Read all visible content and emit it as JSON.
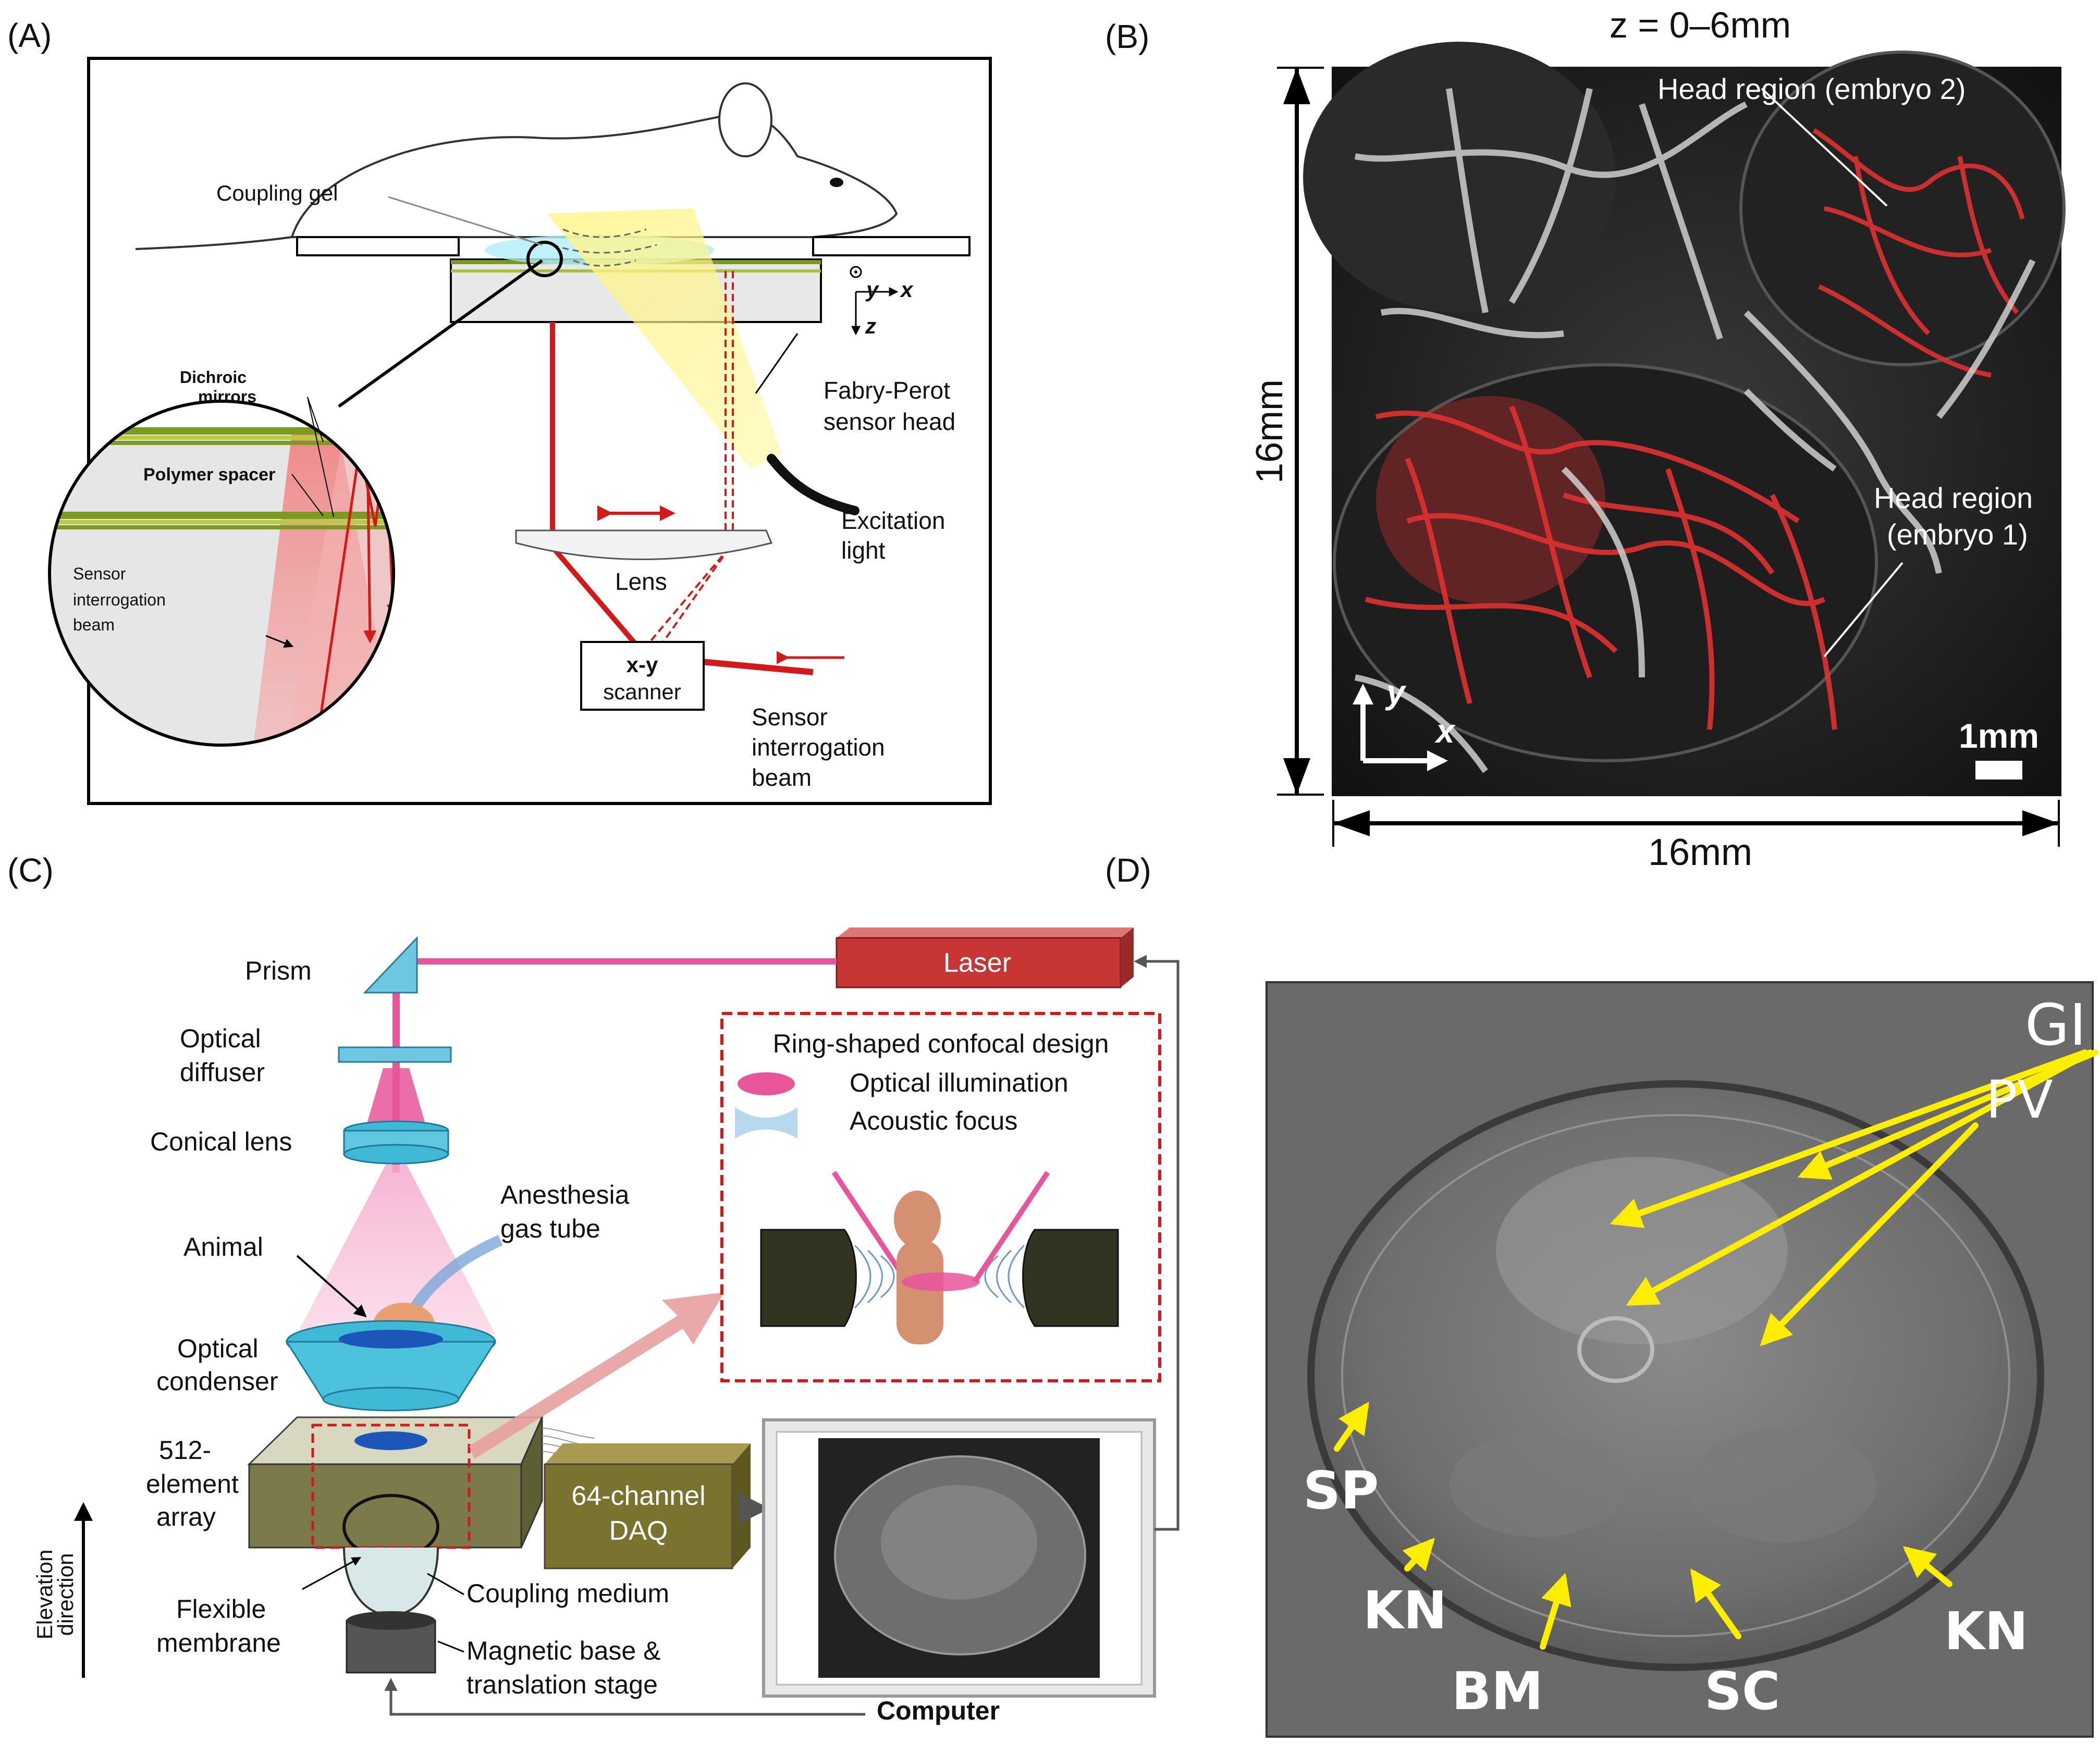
{
  "panels": {
    "a": {
      "tag": "(A)",
      "coupling_gel": "Coupling gel",
      "dichroic_1": "Dichroic",
      "dichroic_2": "mirrors",
      "polymer_spacer": "Polymer spacer",
      "sensor_beam_1": "Sensor",
      "sensor_beam_2": "interrogation",
      "sensor_beam_3": "beam",
      "fp_1": "Fabry-Perot",
      "fp_2": "sensor head",
      "excitation_1": "Excitation",
      "excitation_2": "light",
      "lens": "Lens",
      "scanner_1": "x-y",
      "scanner_2": "scanner",
      "beam_out_1": "Sensor",
      "beam_out_2": "interrogation",
      "beam_out_3": "beam",
      "axis_y": "y",
      "axis_x": "x",
      "axis_z": "z"
    },
    "b": {
      "tag": "(B)",
      "title": "z = 0–6mm",
      "head2": "Head region (embryo 2)",
      "head1_1": "Head region",
      "head1_2": "(embryo 1)",
      "scale": "1mm",
      "dim_vertical": "16mm",
      "dim_horizontal": "16mm",
      "axis_y": "y",
      "axis_x": "x"
    },
    "c": {
      "tag": "(C)",
      "prism": "Prism",
      "diffuser_1": "Optical",
      "diffuser_2": "diffuser",
      "conical": "Conical lens",
      "anesthesia_1": "Anesthesia",
      "anesthesia_2": "gas tube",
      "animal": "Animal",
      "condenser_1": "Optical",
      "condenser_2": "condenser",
      "array_1": "512-",
      "array_2": "element",
      "array_3": "array",
      "elevation_1": "Elevation",
      "elevation_2": "direction",
      "membrane_1": "Flexible",
      "membrane_2": "membrane",
      "coupling": "Coupling medium",
      "base_1": "Magnetic base &",
      "base_2": "translation stage",
      "laser": "Laser",
      "ring_title": "Ring-shaped confocal design",
      "optical_illum": "Optical illumination",
      "acoustic": "Acoustic focus",
      "daq_1": "64-channel",
      "daq_2": "DAQ",
      "computer": "Computer"
    },
    "d": {
      "tag": "(D)",
      "gi": "GI",
      "pv": "PV",
      "sp": "SP",
      "kn_left": "KN",
      "bm": "BM",
      "sc": "SC",
      "kn_right": "KN"
    }
  },
  "colors": {
    "laser_red": "#d21a1a",
    "beam_pink": "#e8559a",
    "vessel_red": "#e03030",
    "annotation_yellow": "#ffee00",
    "lens_cyan": "#3fb9d6",
    "daq_olive": "#7a7330"
  }
}
